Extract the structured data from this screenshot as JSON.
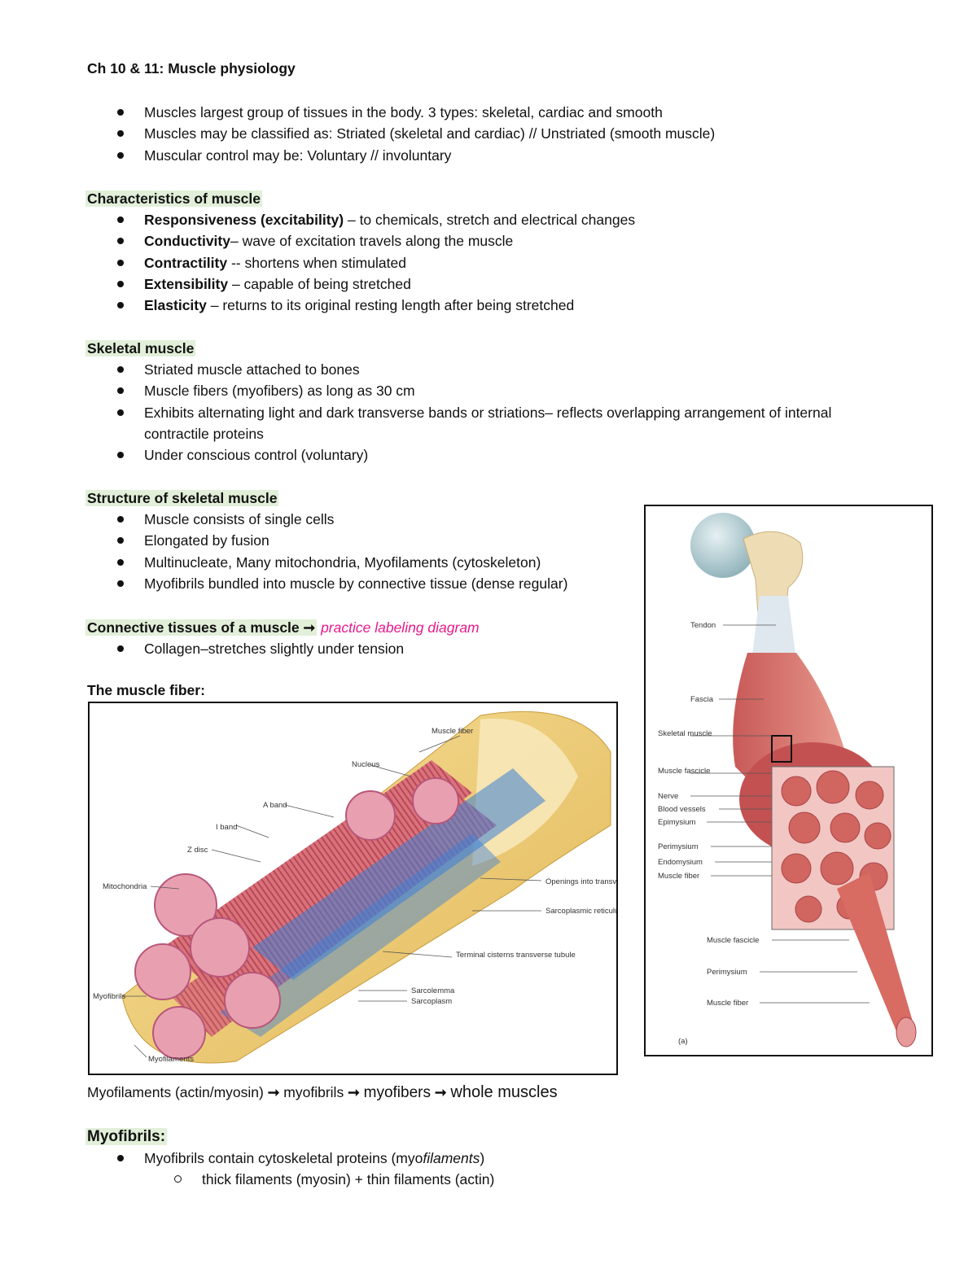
{
  "title": "Ch 10 & 11: Muscle physiology",
  "intro": [
    "Muscles largest group of tissues in the body. 3 types: skeletal, cardiac and smooth",
    "Muscles may be classified as: Striated (skeletal and cardiac) // Unstriated (smooth muscle)",
    "Muscular control may be: Voluntary // involuntary"
  ],
  "characteristics": {
    "heading": "Characteristics of muscle",
    "items": [
      {
        "term": "Responsiveness (excitability)",
        "desc": " – to chemicals, stretch and electrical changes"
      },
      {
        "term": "Conductivity",
        "desc": "– wave of excitation travels along the muscle"
      },
      {
        "term": "Contractility",
        "desc": " -- shortens when stimulated"
      },
      {
        "term": "Extensibility",
        "desc": " – capable of being stretched"
      },
      {
        "term": "Elasticity",
        "desc": " – returns to its original resting length after being stretched"
      }
    ]
  },
  "skeletal": {
    "heading": "Skeletal muscle",
    "items": [
      "Striated muscle attached to bones",
      "Muscle fibers (myofibers) as long as 30 cm",
      "Exhibits alternating light and dark transverse bands or striations– reflects overlapping arrangement of internal contractile proteins",
      "Under conscious control (voluntary)"
    ]
  },
  "structure": {
    "heading": "Structure of skeletal muscle",
    "items": [
      "Muscle consists of single cells",
      "Elongated by fusion",
      "Multinucleate, Many mitochondria, Myofilaments (cytoskeleton)",
      "Myofibrils bundled into muscle by connective tissue (dense regular)"
    ]
  },
  "connective": {
    "heading": "Connective tissues of a muscle",
    "arrow": "➞",
    "note": "practice labeling diagram",
    "items": [
      "Collagen–stretches slightly under tension"
    ]
  },
  "muscle_fiber": {
    "heading": "The muscle fiber:",
    "labels": {
      "muscle_fiber": "Muscle fiber",
      "nucleus": "Nucleus",
      "a_band": "A band",
      "i_band": "I band",
      "z_disc": "Z disc",
      "mitochondria": "Mitochondria",
      "openings": "Openings into transverse tubules",
      "sr": "Sarcoplasmic reticulum",
      "terminal": "Terminal cisterns transverse tubule",
      "sarcolemma": "Sarcolemma",
      "sarcoplasm": "Sarcoplasm",
      "myofibrils": "Myofibrils",
      "myofilaments": "Myofilaments"
    }
  },
  "hierarchy": {
    "a": "Myofilaments (actin/myosin)",
    "b": "myofibrils",
    "c": "myofibers",
    "d": "whole muscles",
    "arrow": "➞"
  },
  "myofibrils": {
    "heading": "Myofibrils:",
    "item_pre": "Myofibrils contain cytoskeletal proteins (myo",
    "item_em": "filaments",
    "item_post": ")",
    "sub": "thick filaments (myosin) + thin filaments (actin)"
  },
  "right_figure": {
    "labels": {
      "tendon": "Tendon",
      "fascia": "Fascia",
      "skeletal_muscle": "Skeletal muscle",
      "muscle_fascicle": "Muscle fascicle",
      "nerve": "Nerve",
      "blood_vessels": "Blood vessels",
      "epimysium": "Epimysium",
      "perimysium": "Perimysium",
      "endomysium": "Endomysium",
      "muscle_fiber": "Muscle fiber",
      "muscle_fascicle_2": "Muscle fascicle",
      "perimysium_2": "Perimysium",
      "muscle_fiber_2": "Muscle fiber",
      "panel": "(a)"
    }
  }
}
